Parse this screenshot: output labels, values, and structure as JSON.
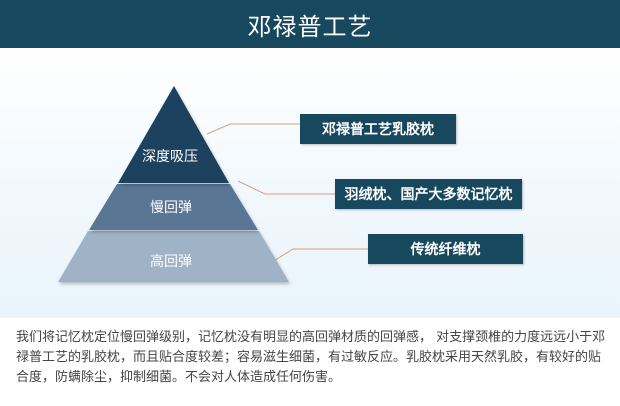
{
  "header": {
    "title": "邓禄普工艺"
  },
  "pyramid": {
    "tiers": [
      {
        "label": "深度吸压",
        "color": "#1a4261"
      },
      {
        "label": "慢回弹",
        "color": "#5a7695"
      },
      {
        "label": "高回弹",
        "color": "#9fb2c6"
      }
    ]
  },
  "callouts": [
    {
      "text": "邓禄普工艺乳胶枕"
    },
    {
      "text": "羽绒枕、国产大多数记忆枕"
    },
    {
      "text": "传统纤维枕"
    }
  ],
  "colors": {
    "header_bg": "#17485e",
    "box_bg": "#17485e",
    "leader_line": "#d8a07a"
  },
  "description": {
    "text": "我们将记忆枕定位慢回弹级别，记忆枕没有明显的高回弹材质的回弹感， 对支撑颈椎的力度远远小于邓禄普工艺的乳胶枕，而且贴合度较差；容易滋生细菌，有过敏反应。乳胶枕采用天然乳胶，有较好的贴合度，防螨除尘，抑制细菌。不会对人体造成任何伤害。"
  }
}
